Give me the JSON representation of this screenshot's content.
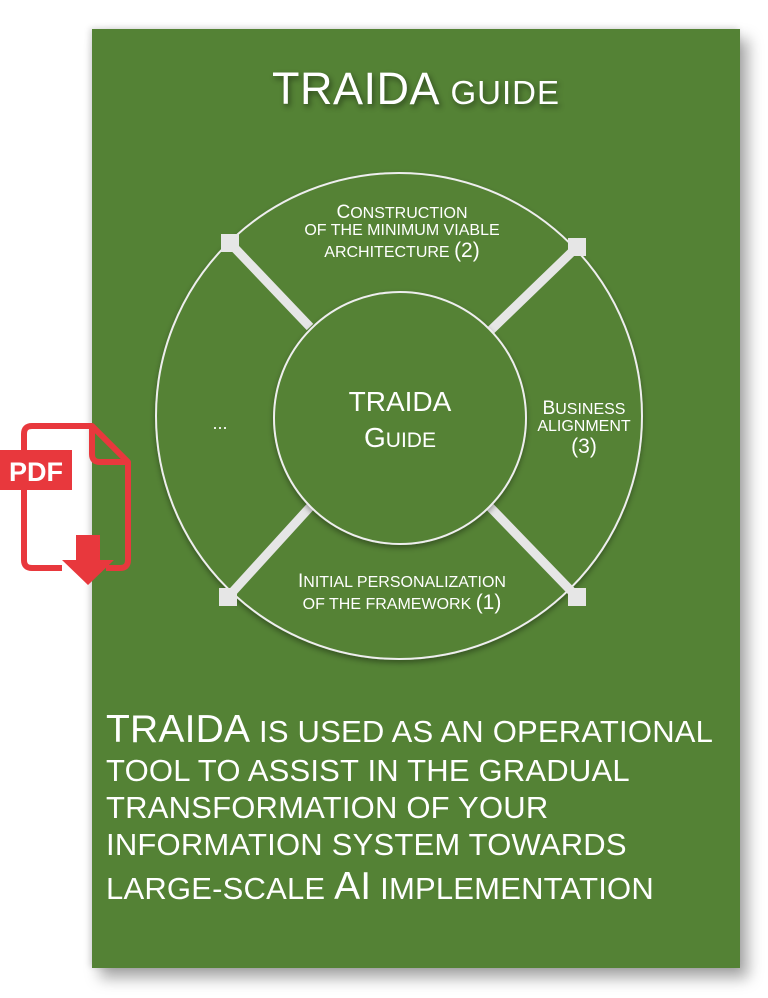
{
  "colors": {
    "card_background": "#548235",
    "text": "#ffffff",
    "diagram_line": "#e8e8e8",
    "pdf_red": "#e8383d"
  },
  "header": {
    "title_main": "TRAIDA",
    "title_suffix": "GUIDE"
  },
  "diagram": {
    "center": {
      "line1": "TRAIDA",
      "line2_cap": "G",
      "line2_rest": "UIDE"
    },
    "segments": [
      {
        "position": "top",
        "line1_cap": "C",
        "line1_rest": "ONSTRUCTION",
        "line2": "OF THE MINIMUM VIABLE",
        "line3": "ARCHITECTURE",
        "number": "(2)"
      },
      {
        "position": "right",
        "line1_cap": "B",
        "line1_rest": "USINESS",
        "line2": "ALIGNMENT",
        "number": "(3)"
      },
      {
        "position": "bottom",
        "line1_cap": "I",
        "line1_rest": "NITIAL PERSONALIZATION",
        "line2": "OF THE FRAMEWORK",
        "number": "(1)"
      },
      {
        "position": "left",
        "label": "..."
      }
    ]
  },
  "description": {
    "lead": "TRAIDA",
    "line1_rest": " IS USED AS AN OPERATIONAL",
    "line2": "TOOL TO ASSIST IN THE GRADUAL",
    "line3": "TRANSFORMATION OF YOUR",
    "line4": "INFORMATION SYSTEM TOWARDS",
    "line5_a": "LARGE-SCALE ",
    "line5_ai": "AI",
    "line5_b": " IMPLEMENTATION"
  },
  "pdf_download": {
    "icon": "pdf-download-icon",
    "label": "PDF"
  }
}
